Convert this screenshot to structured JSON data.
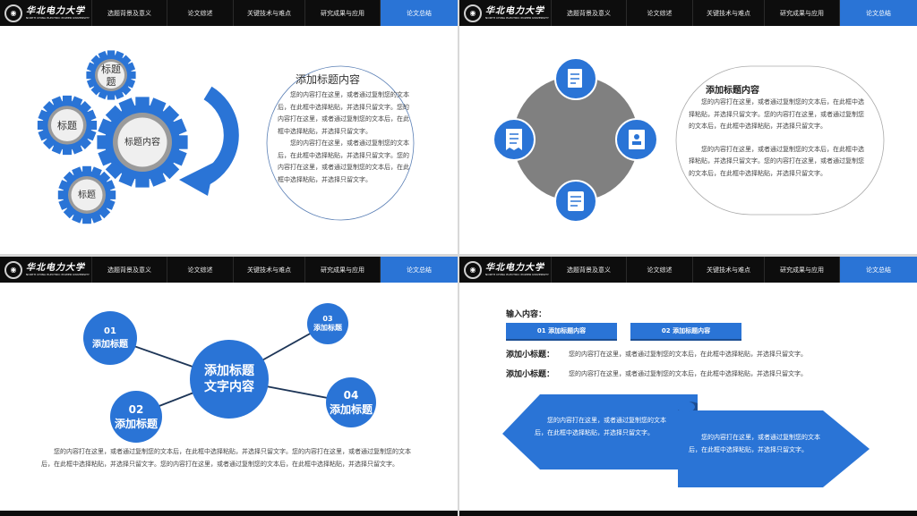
{
  "nav": {
    "logo_cn": "华北电力大学",
    "logo_en": "NORTH CHINA ELECTRIC POWER UNIVERSITY",
    "tabs": [
      "选题背景及意义",
      "论文综述",
      "关键技术与难点",
      "研究成果与应用",
      "论文总结"
    ],
    "active_tab": 4
  },
  "colors": {
    "accent": "#2a74d6",
    "nav_bg": "#0d0d0d",
    "dark_line": "#1d3557",
    "gray": "#808080"
  },
  "slide1": {
    "gears": [
      "标题",
      "标题",
      "标题内容",
      "标题"
    ],
    "title": "添加标题内容",
    "paragraphs": [
      "您的内容打在这里，或者通过复制您的文本后，在此框中选择粘贴，并选择只留文字。您的内容打在这里，或者通过复制您的文本后，在此框中选择粘贴，并选择只留文字。",
      "您的内容打在这里，或者通过复制您的文本后，在此框中选择粘贴，并选择只留文字。您的内容打在这里，或者通过复制您的文本后，在此框中选择粘贴，并选择只留文字。"
    ]
  },
  "slide2": {
    "icons": [
      "document-pen-icon",
      "id-card-icon",
      "scroll-icon",
      "receipt-icon"
    ],
    "title": "添加标题内容",
    "paragraphs": [
      "您的内容打在这里，或者通过复制您的文本后，在此框中选择粘贴，并选择只留文字。您的内容打在这里，或者通过复制您的文本后，在此框中选择粘贴，并选择只留文字。",
      "您的内容打在这里，或者通过复制您的文本后，在此框中选择粘贴，并选择只留文字。您的内容打在这里，或者通过复制您的文本后，在此框中选择粘贴，并选择只留文字。"
    ]
  },
  "slide3": {
    "center": [
      "添加标题",
      "文字内容"
    ],
    "nodes": [
      {
        "num": "01",
        "label": "添加标题"
      },
      {
        "num": "03",
        "label": "添加标题"
      },
      {
        "num": "02",
        "label": "添加标题"
      },
      {
        "num": "04",
        "label": "添加标题"
      }
    ],
    "paragraph": "您的内容打在这里，或者通过复制您的文本后，在此框中选择粘贴，并选择只留文字。您的内容打在这里，或者通过复制您的文本后，在此框中选择粘贴，并选择只留文字。您的内容打在这里，或者通过复制您的文本后，在此框中选择粘贴，并选择只留文字。"
  },
  "slide4": {
    "input_label": "输入内容：",
    "tab1": "01 添加标题内容",
    "tab2": "02 添加标题内容",
    "sub_label": "添加小标题：",
    "sub_text": "您的内容打在这里，或者通过复制您的文本后，在此框中选择粘贴，并选择只留文字。",
    "arrow_left_text": "您的内容打在这里，或者通过复制您的文本后，在此框中选择粘贴，并选择只留文字。",
    "arrow_right_text": "您的内容打在这里，或者通过复制您的文本后，在此框中选择粘贴，并选择只留文字。"
  }
}
